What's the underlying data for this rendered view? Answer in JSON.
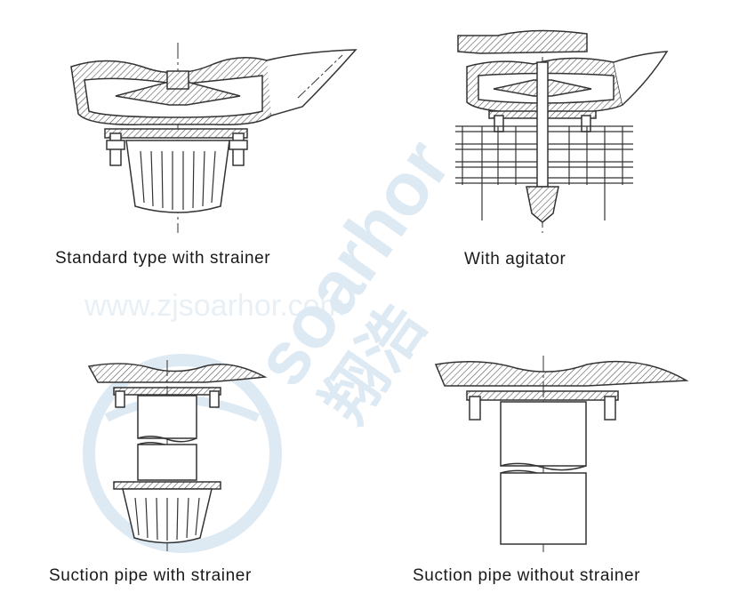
{
  "captions": {
    "standard": "Standard type with strainer",
    "agitator": "With agitator",
    "suction_strainer": "Suction pipe with strainer",
    "suction_nostrainer": "Suction pipe without strainer"
  },
  "watermark": {
    "brand": "soarhor",
    "chinese": "翔浩",
    "url": "www.zjsoarhor.com",
    "color": "#9ec3e0"
  },
  "colors": {
    "line": "#333333",
    "hatch": "#555555"
  }
}
